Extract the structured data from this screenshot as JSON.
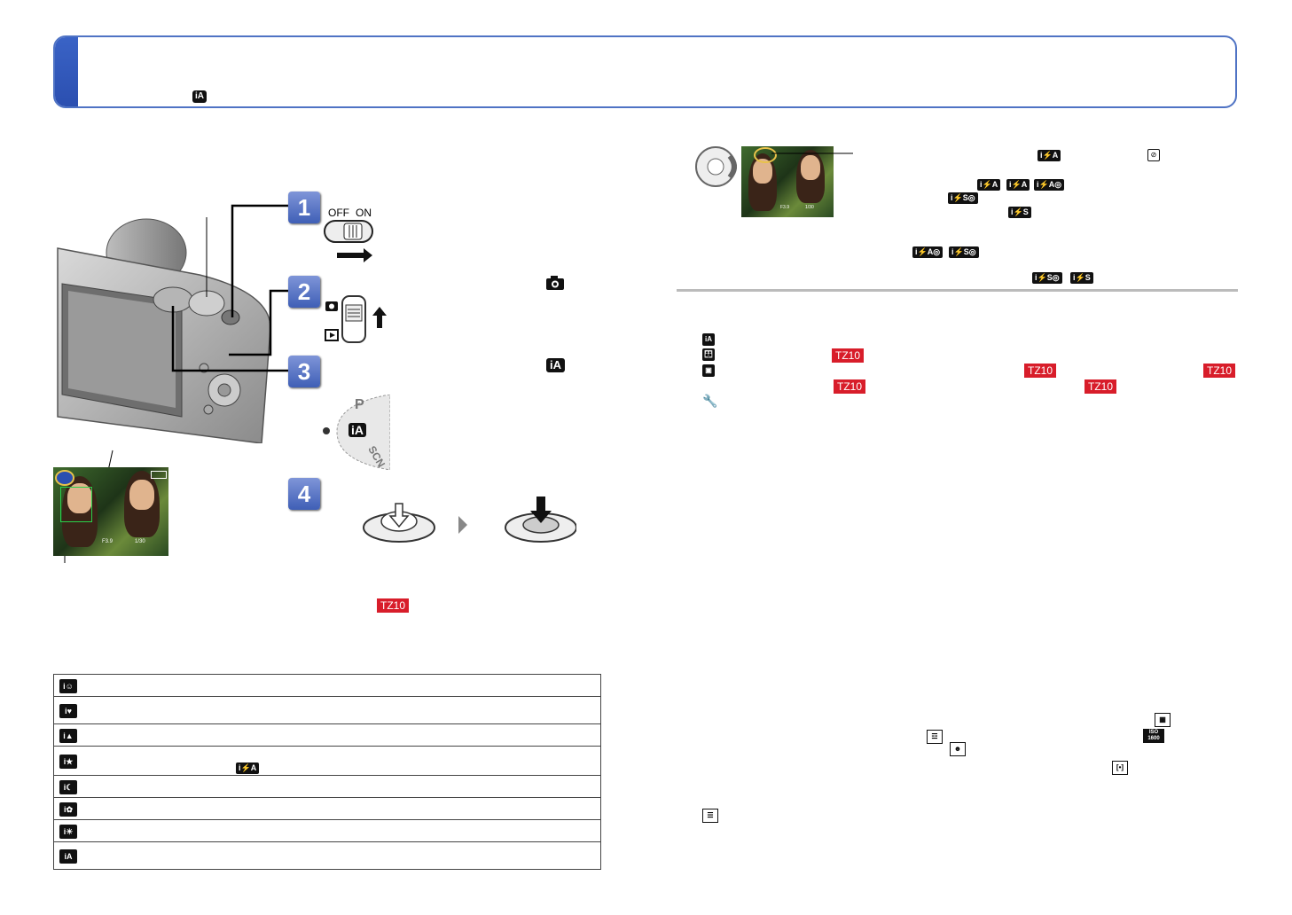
{
  "header": {
    "mode_icon": "iA"
  },
  "steps": [
    "1",
    "2",
    "3",
    "4"
  ],
  "switch": {
    "off": "OFF",
    "on": "ON"
  },
  "badges": {
    "tz10": "TZ10"
  },
  "screen": {
    "aperture": "F3.9",
    "shutter": "1/30",
    "aperture_small": "F3.9",
    "shutter_small": "1/30"
  },
  "dial_letters": [
    "P",
    "iA",
    "SCN"
  ],
  "flash_modes": {
    "auto": "i⚡A",
    "auto_list": [
      "i⚡A",
      "i⚡A",
      "i⚡A◎"
    ],
    "slow_redeye": "i⚡S◎",
    "slow": "i⚡S",
    "pair1": [
      "i⚡A◎",
      "i⚡S◎"
    ],
    "pair2": [
      "i⚡S◎",
      "i⚡S"
    ]
  },
  "scene_table": [
    {
      "icon": "i-portrait",
      "label": ""
    },
    {
      "icon": "i-baby",
      "label": ""
    },
    {
      "icon": "i-scenery",
      "label": ""
    },
    {
      "icon": "i-night-portrait",
      "label": "",
      "flash": "i⚡A"
    },
    {
      "icon": "i-night-scenery",
      "label": ""
    },
    {
      "icon": "i-macro",
      "label": ""
    },
    {
      "icon": "i-sunset",
      "label": ""
    },
    {
      "icon": "iA",
      "label": ""
    }
  ],
  "menu_icons": [
    "iA",
    "baby",
    "suitcase",
    "wrench"
  ],
  "colors": {
    "accent": "#3a63c6",
    "tz": "#d81d2a"
  }
}
